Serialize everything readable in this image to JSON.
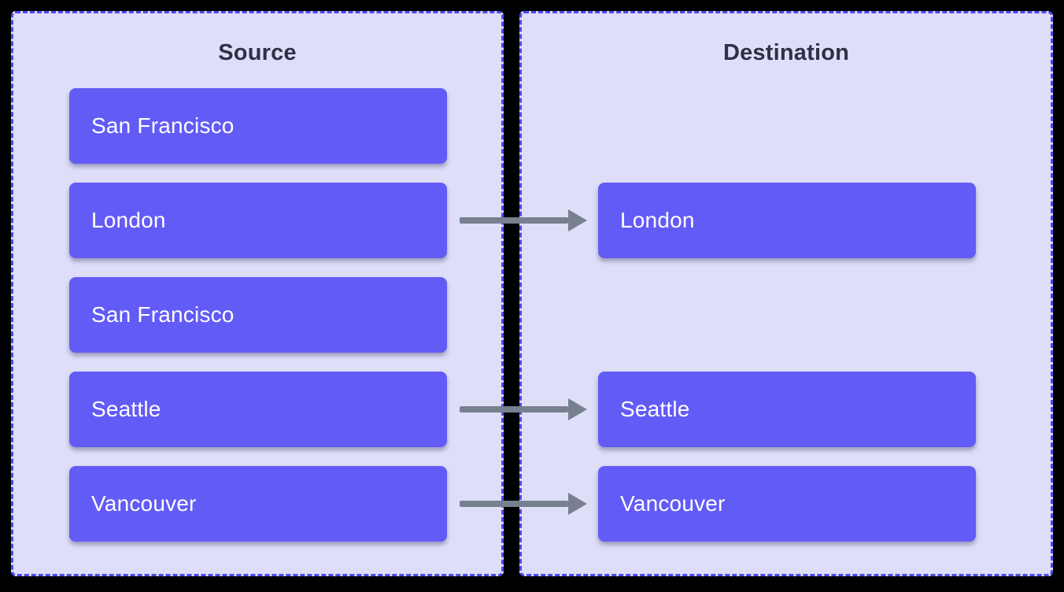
{
  "diagram": {
    "source": {
      "title": "Source",
      "items": [
        "San Francisco",
        "London",
        "San Francisco",
        "Seattle",
        "Vancouver"
      ]
    },
    "destination": {
      "title": "Destination",
      "items": [
        {
          "label": "London",
          "source_row": 2
        },
        {
          "label": "Seattle",
          "source_row": 4
        },
        {
          "label": "Vancouver",
          "source_row": 5
        }
      ]
    },
    "arrows": [
      {
        "from": "London",
        "to": "London"
      },
      {
        "from": "Seattle",
        "to": "Seattle"
      },
      {
        "from": "Vancouver",
        "to": "Vancouver"
      }
    ]
  },
  "colors": {
    "page_background": "#000000",
    "panel_background": "#dfdef8",
    "panel_border": "#4c48ef",
    "item_background": "#635bf6",
    "item_text": "#ffffff",
    "title_text": "#2d3147",
    "arrow": "#76808f"
  }
}
